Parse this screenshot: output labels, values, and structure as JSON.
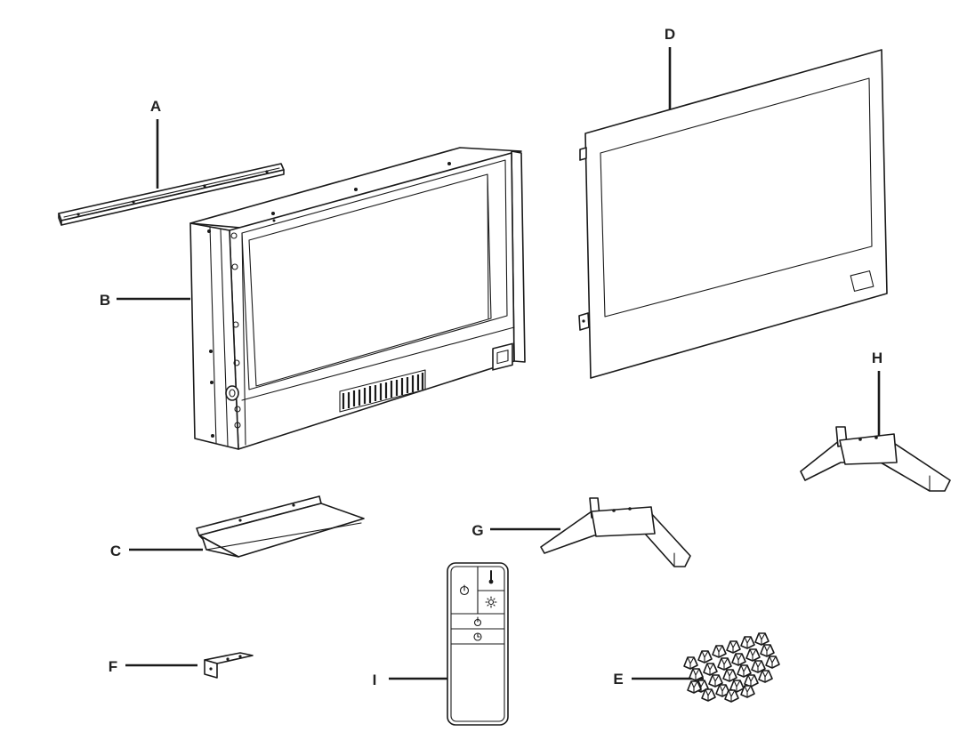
{
  "parts": [
    {
      "id": "part-a",
      "label": "A"
    },
    {
      "id": "part-b",
      "label": "B"
    },
    {
      "id": "part-c",
      "label": "C"
    },
    {
      "id": "part-d",
      "label": "D"
    },
    {
      "id": "part-e",
      "label": "E"
    },
    {
      "id": "part-f",
      "label": "F"
    },
    {
      "id": "part-g",
      "label": "G"
    },
    {
      "id": "part-h",
      "label": "H"
    },
    {
      "id": "part-i",
      "label": "I"
    }
  ],
  "remote": {
    "buttons": [
      "power-icon",
      "thermometer-icon",
      "brightness-icon",
      "flame-icon",
      "timer-icon"
    ]
  }
}
